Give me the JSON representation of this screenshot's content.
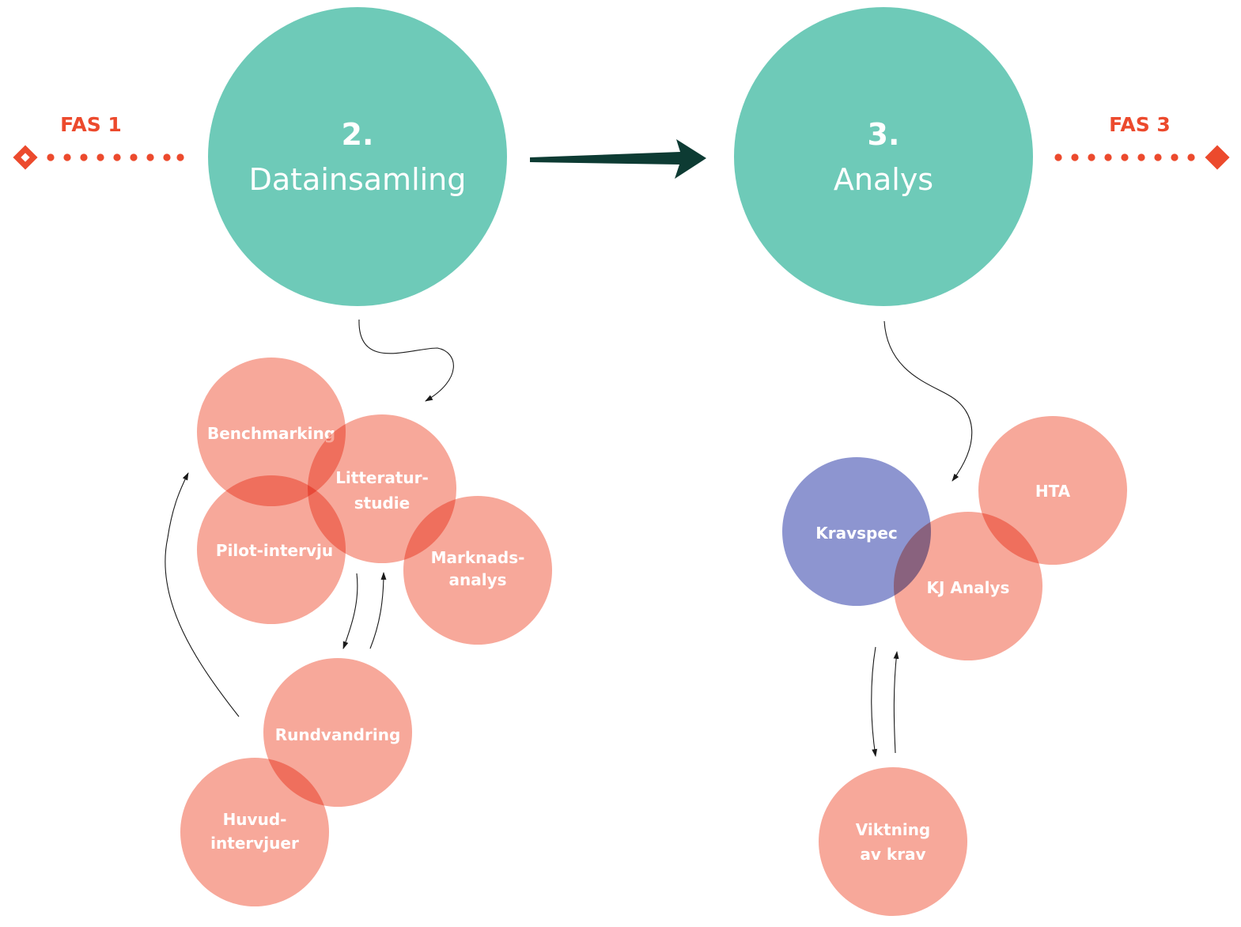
{
  "colors": {
    "phase_main": "#6ecab8",
    "node": "#f5907d",
    "node_highlight": "#8d95d0",
    "phase_marker": "#ec4a2d",
    "main_arrow": "#0d3b33",
    "connector": "#1a1a1a"
  },
  "phases": {
    "left": {
      "label": "FAS 1",
      "marker": "diamond-outline"
    },
    "right": {
      "label": "FAS 3",
      "marker": "diamond-filled"
    }
  },
  "main_steps": [
    {
      "number": "2.",
      "name": "Datainsamling"
    },
    {
      "number": "3.",
      "name": "Analys"
    }
  ],
  "datainsamling_nodes": [
    {
      "id": "benchmarking",
      "lines": [
        "Benchmarking"
      ]
    },
    {
      "id": "litteraturstudie",
      "lines": [
        "Litteratur-",
        "studie"
      ]
    },
    {
      "id": "pilot-intervju",
      "lines": [
        "Pilot-intervju"
      ]
    },
    {
      "id": "marknadsanalys",
      "lines": [
        "Marknads-",
        "analys"
      ]
    },
    {
      "id": "rundvandring",
      "lines": [
        "Rundvandring"
      ]
    },
    {
      "id": "huvudintervjuer",
      "lines": [
        "Huvud-",
        "intervjuer"
      ]
    }
  ],
  "analys_nodes": [
    {
      "id": "kravspec",
      "lines": [
        "Kravspec"
      ],
      "highlight": true
    },
    {
      "id": "hta",
      "lines": [
        "HTA"
      ]
    },
    {
      "id": "kj-analys",
      "lines": [
        "KJ Analys"
      ]
    },
    {
      "id": "viktning",
      "lines": [
        "Viktning",
        "av krav"
      ]
    }
  ]
}
